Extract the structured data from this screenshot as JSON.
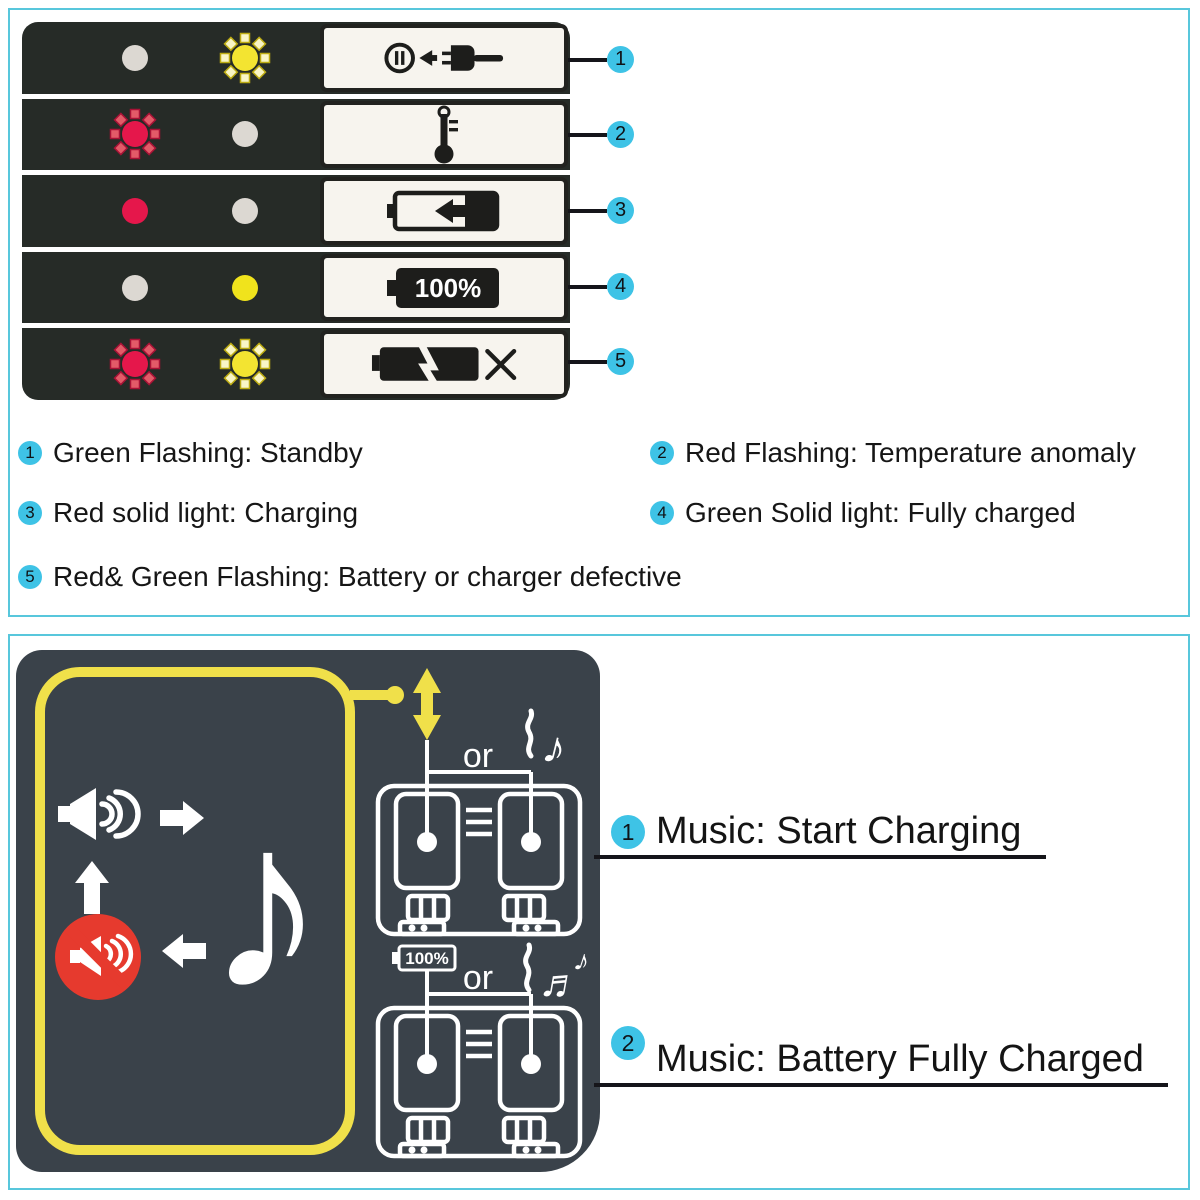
{
  "led_label": {
    "battery_full_text": "100%",
    "rows": [
      {
        "number": "1",
        "red_led": "off",
        "green_led": "flashing",
        "icon": "standby-plug-icon"
      },
      {
        "number": "2",
        "red_led": "flashing",
        "green_led": "off",
        "icon": "thermometer-icon"
      },
      {
        "number": "3",
        "red_led": "solid",
        "green_led": "off",
        "icon": "battery-charging-icon"
      },
      {
        "number": "4",
        "red_led": "off",
        "green_led": "solid",
        "icon": "battery-full-icon"
      },
      {
        "number": "5",
        "red_led": "flashing",
        "green_led": "flashing",
        "icon": "battery-defective-icon"
      }
    ]
  },
  "legend": {
    "items": [
      {
        "number": "1",
        "text": "Green Flashing: Standby"
      },
      {
        "number": "2",
        "text": "Red Flashing: Temperature anomaly"
      },
      {
        "number": "3",
        "text": "Red solid light: Charging"
      },
      {
        "number": "4",
        "text": "Green Solid light: Fully charged"
      },
      {
        "number": "5",
        "text": "Red& Green Flashing: Battery or charger defective"
      }
    ]
  },
  "music_label": {
    "or_text": "or",
    "battery_full_text": "100%",
    "callouts": [
      {
        "number": "1",
        "text": "Music: Start Charging"
      },
      {
        "number": "2",
        "text": "Music: Battery Fully Charged"
      }
    ]
  },
  "colors": {
    "frame_cyan": "#58c7dc",
    "badge_cyan": "#3ec3e6",
    "label_dark_top": "#262b27",
    "label_dark_bottom": "#3a424a",
    "yellow_accent": "#f0e04a",
    "led_red": "#e5174b",
    "led_green_rendered_yellow": "#f0e31c",
    "led_off_gray": "#dcd8d2",
    "prohibition_red": "#e63a2e"
  }
}
